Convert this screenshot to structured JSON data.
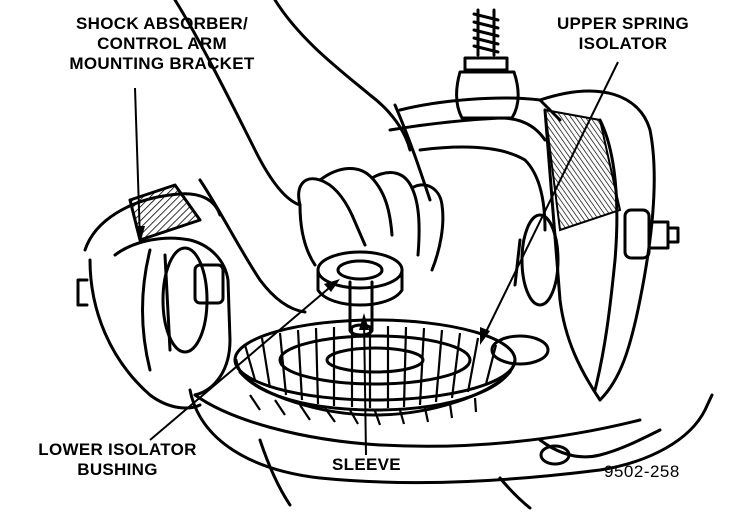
{
  "labels": {
    "shock_bracket": [
      "SHOCK ABSORBER/",
      "CONTROL ARM",
      "MOUNTING BRACKET"
    ],
    "upper_isolator": [
      "UPPER SPRING",
      "ISOLATOR"
    ],
    "lower_bushing": [
      "LOWER ISOLATOR",
      "BUSHING"
    ],
    "sleeve": "SLEEVE"
  },
  "figure_number": "9502-258",
  "colors": {
    "ink": "#000000",
    "paper": "#ffffff"
  }
}
